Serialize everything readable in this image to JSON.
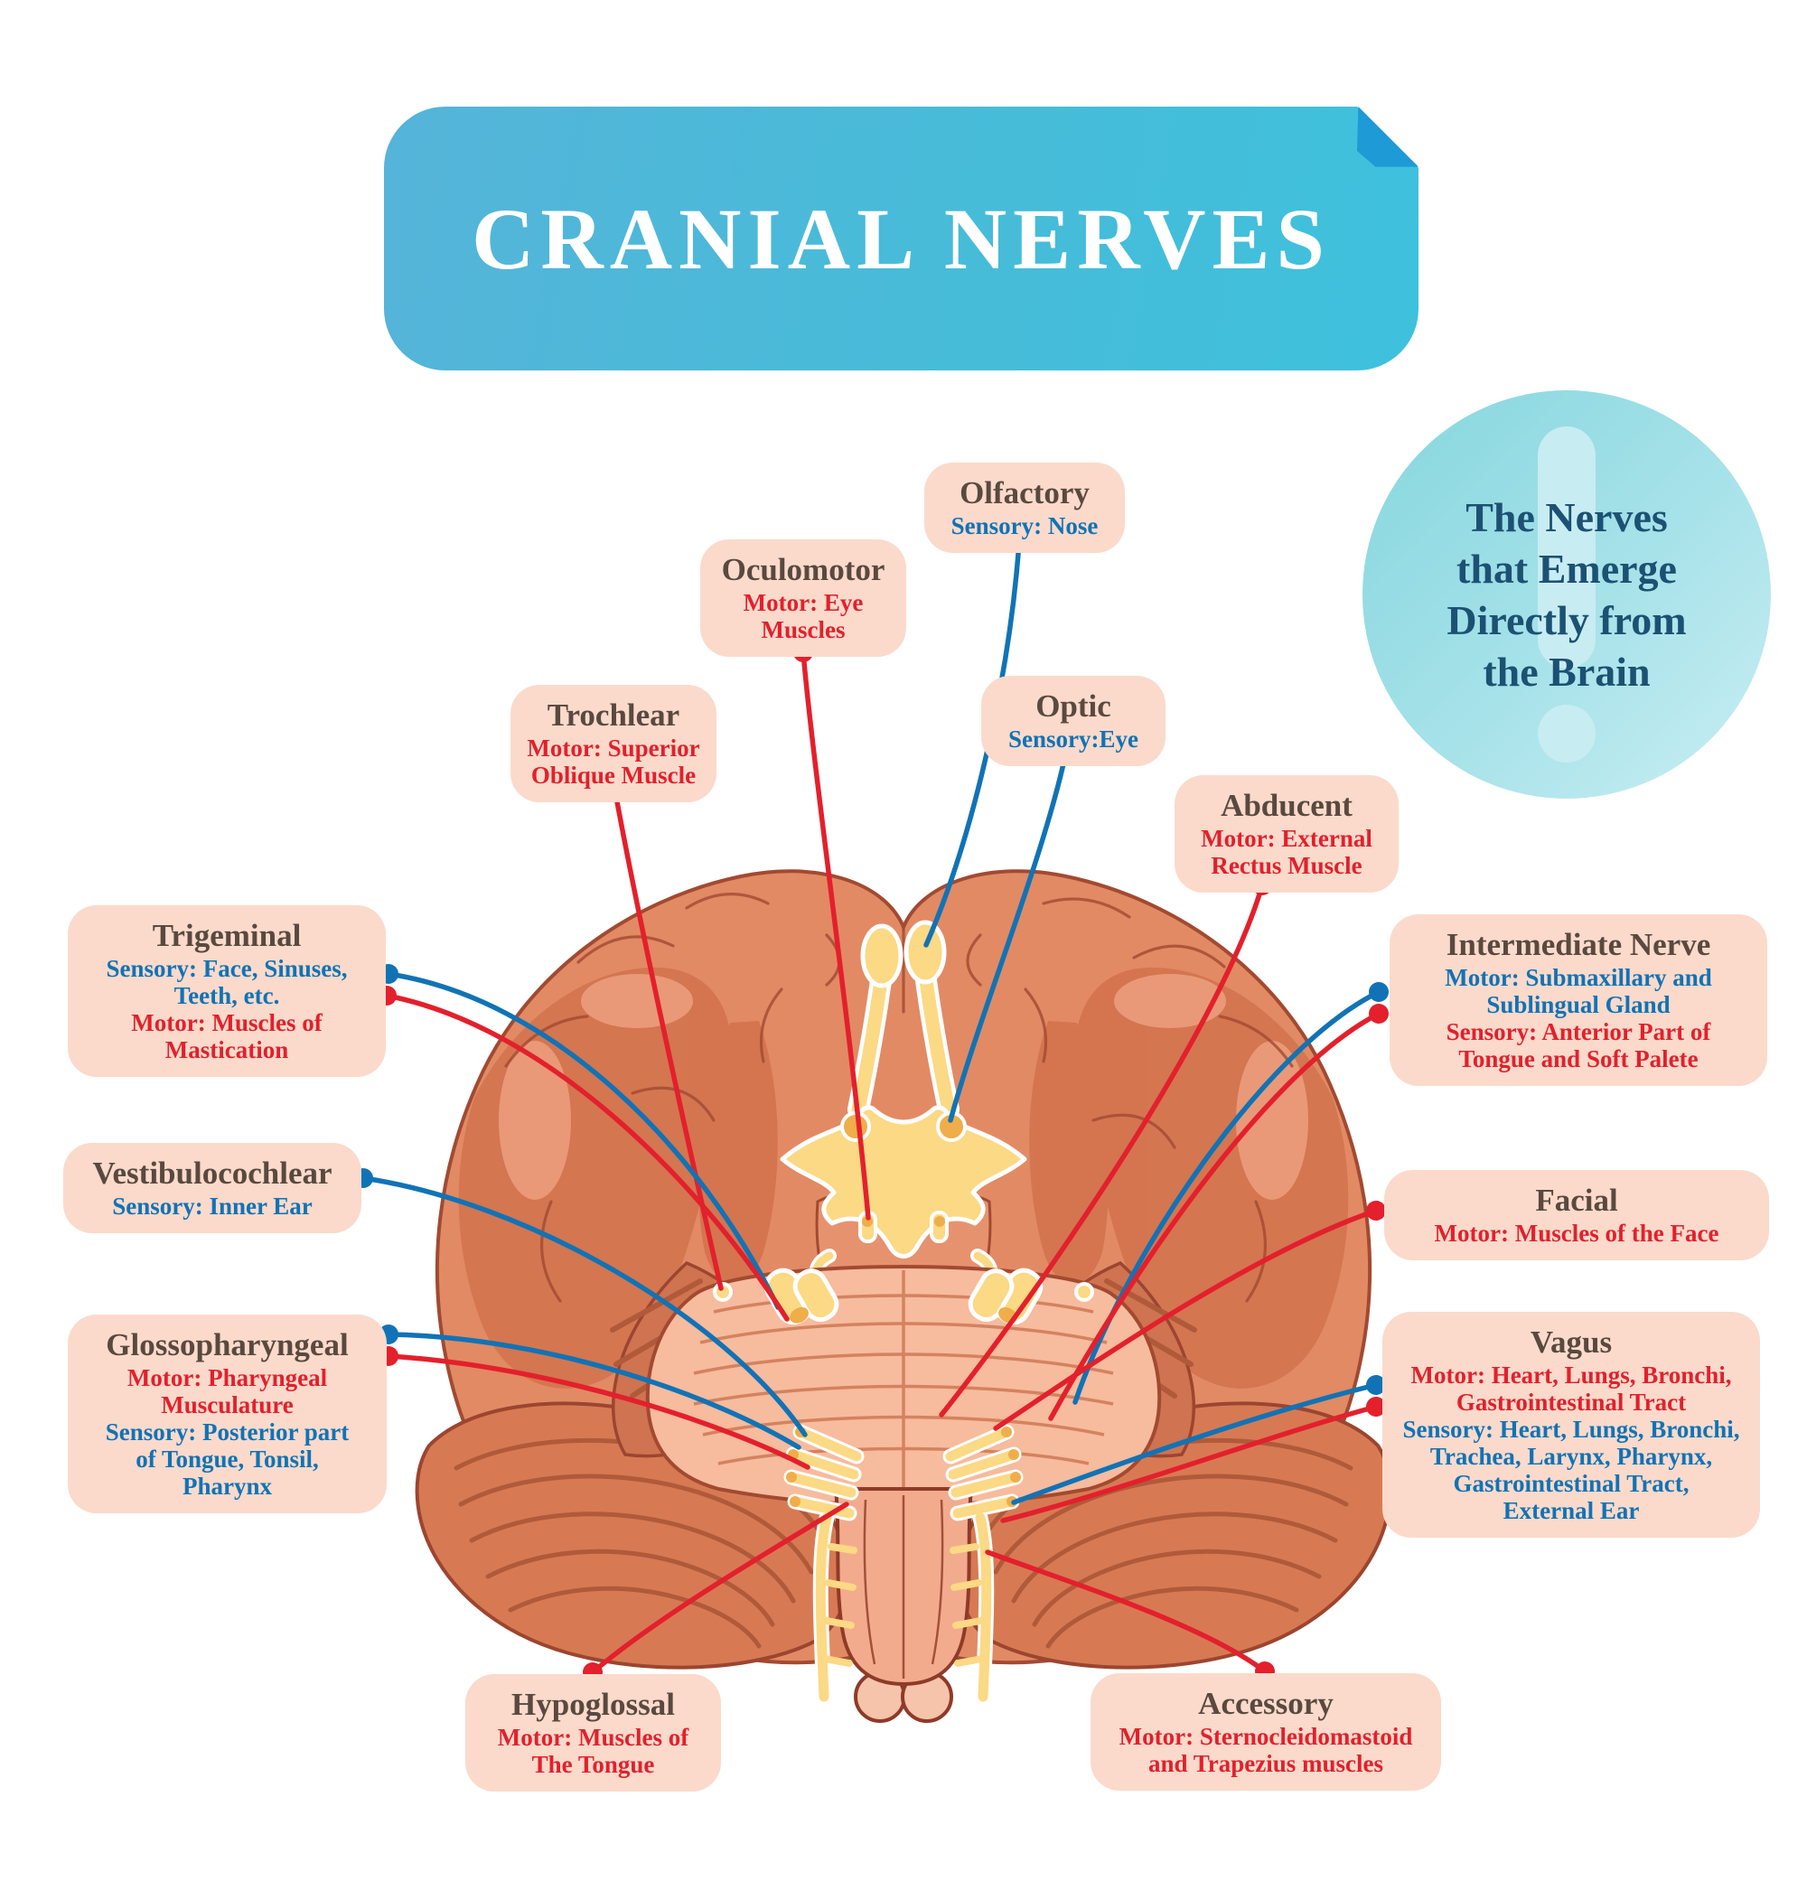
{
  "banner": {
    "title": "CRANIAL NERVES"
  },
  "badge": {
    "lines": [
      "The Nerves",
      "that Emerge",
      "Directly from",
      "the Brain"
    ]
  },
  "palette": {
    "sensory_blue": "#1173b5",
    "motor_red": "#e3202c",
    "label_box_bg": "#fbdacb",
    "label_title_text": "#59493f",
    "banner_gradient_start": "#55b4d9",
    "banner_gradient_end": "#3ec1dc",
    "banner_fold": "#1e9ad6",
    "badge_gradient_start": "#85d6de",
    "badge_gradient_end": "#c9eef3",
    "badge_text": "#1c5173",
    "brain_cortex": "#e28a64",
    "brain_shadow": "#d3734e",
    "cerebellum": "#d77a53",
    "pons": "#f7bb9e",
    "medulla": "#f3ab8d",
    "nerve_yellow": "#fbd985",
    "nerve_orange": "#efae49"
  },
  "nerves": [
    {
      "name": "Olfactory",
      "functions": [
        {
          "type": "sensory",
          "color": "blue",
          "lines": [
            "Sensory: Nose"
          ]
        }
      ]
    },
    {
      "name": "Oculomotor",
      "functions": [
        {
          "type": "motor",
          "color": "red",
          "lines": [
            "Motor: Eye",
            "Muscles"
          ]
        }
      ]
    },
    {
      "name": "Trochlear",
      "functions": [
        {
          "type": "motor",
          "color": "red",
          "lines": [
            "Motor: Superior",
            "Oblique Muscle"
          ]
        }
      ]
    },
    {
      "name": "Optic",
      "functions": [
        {
          "type": "sensory",
          "color": "blue",
          "lines": [
            "Sensory:Eye"
          ]
        }
      ]
    },
    {
      "name": "Abducent",
      "functions": [
        {
          "type": "motor",
          "color": "red",
          "lines": [
            "Motor: External",
            "Rectus Muscle"
          ]
        }
      ]
    },
    {
      "name": "Trigeminal",
      "functions": [
        {
          "type": "sensory",
          "color": "blue",
          "lines": [
            "Sensory: Face, Sinuses,",
            "Teeth, etc."
          ]
        },
        {
          "type": "motor",
          "color": "red",
          "lines": [
            "Motor: Muscles of",
            "Mastication"
          ]
        }
      ]
    },
    {
      "name": "Intermediate Nerve",
      "functions": [
        {
          "type": "motor",
          "color": "blue",
          "lines": [
            "Motor: Submaxillary and",
            "Sublingual Gland"
          ]
        },
        {
          "type": "sensory",
          "color": "red",
          "lines": [
            "Sensory: Anterior Part of",
            "Tongue and Soft Palete"
          ]
        }
      ]
    },
    {
      "name": "Vestibulocochlear",
      "functions": [
        {
          "type": "sensory",
          "color": "blue",
          "lines": [
            "Sensory: Inner Ear"
          ]
        }
      ]
    },
    {
      "name": "Facial",
      "functions": [
        {
          "type": "motor",
          "color": "red",
          "lines": [
            "Motor: Muscles of the Face"
          ]
        }
      ]
    },
    {
      "name": "Glossopharyngeal",
      "functions": [
        {
          "type": "motor",
          "color": "red",
          "lines": [
            "Motor: Pharyngeal",
            "Musculature"
          ]
        },
        {
          "type": "sensory",
          "color": "blue",
          "lines": [
            "Sensory: Posterior part",
            "of Tongue, Tonsil,",
            "Pharynx"
          ]
        }
      ]
    },
    {
      "name": "Vagus",
      "functions": [
        {
          "type": "motor",
          "color": "red",
          "lines": [
            "Motor: Heart, Lungs, Bronchi,",
            "Gastrointestinal Tract"
          ]
        },
        {
          "type": "sensory",
          "color": "blue",
          "lines": [
            "Sensory: Heart, Lungs, Bronchi,",
            "Trachea, Larynx, Pharynx,",
            "Gastrointestinal Tract,",
            "External Ear"
          ]
        }
      ]
    },
    {
      "name": "Hypoglossal",
      "functions": [
        {
          "type": "motor",
          "color": "red",
          "lines": [
            "Motor: Muscles of",
            "The Tongue"
          ]
        }
      ]
    },
    {
      "name": "Accessory",
      "functions": [
        {
          "type": "motor",
          "color": "red",
          "lines": [
            "Motor: Sternocleidomastoid",
            "and Trapezius muscles"
          ]
        }
      ]
    }
  ]
}
